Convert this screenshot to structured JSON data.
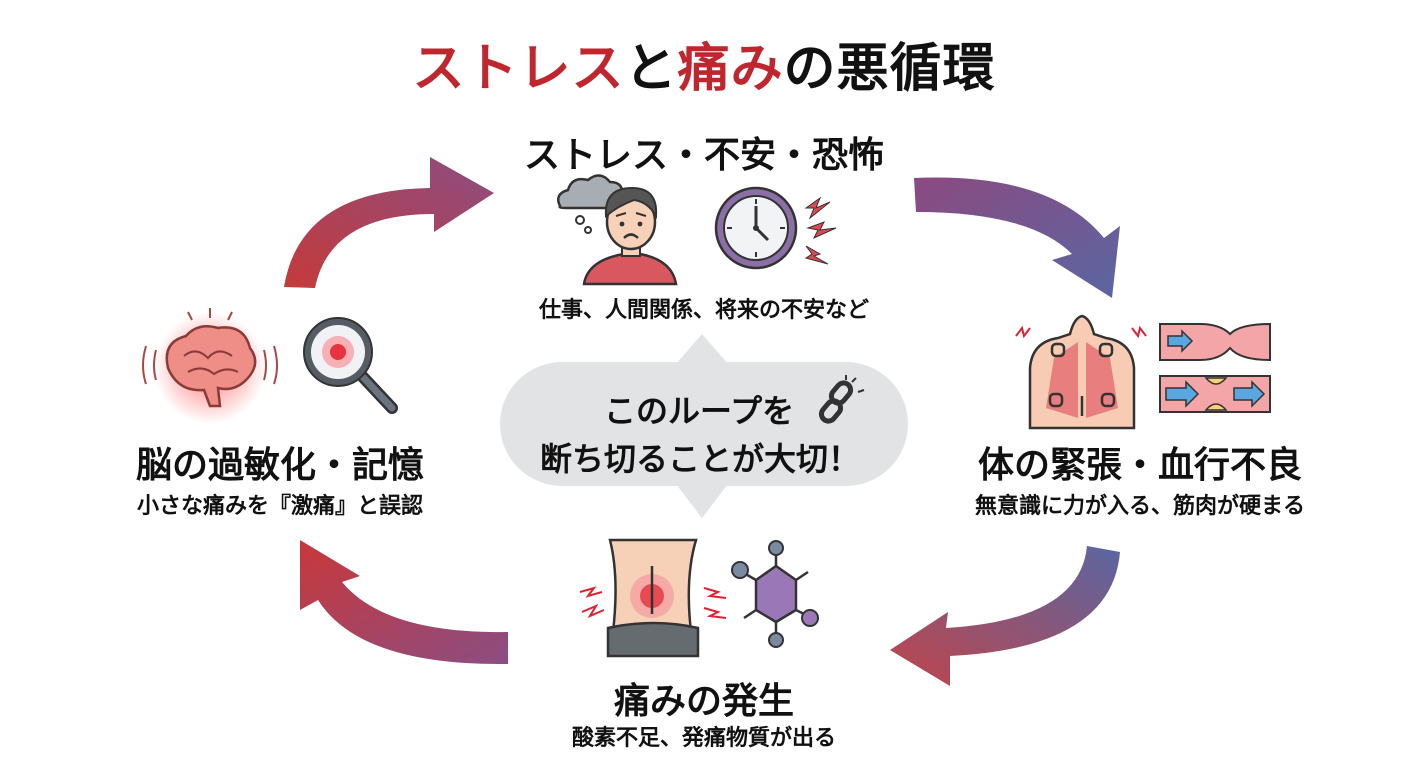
{
  "title": {
    "part1": "ストレス",
    "part2": "と",
    "part3": "痛み",
    "part4": "の悪循環"
  },
  "colors": {
    "accent_red": "#c0262d",
    "arrow_red": "#c13a3c",
    "arrow_purple": "#8a4a80",
    "arrow_blue": "#5a64a0",
    "bubble_gray": "#e2e3e5"
  },
  "nodes": {
    "stress": {
      "heading": "ストレス・不安・恐怖",
      "caption": "仕事、人間関係、将来の不安など",
      "icons": [
        "worried-person-icon",
        "clock-alarm-icon"
      ]
    },
    "tension": {
      "heading": "体の緊張・血行不良",
      "caption": "無意識に力が入る、筋肉が硬まる",
      "icons": [
        "tense-back-muscles-icon",
        "narrowed-blood-vessel-icon"
      ]
    },
    "pain": {
      "heading": "痛みの発生",
      "caption": "酸素不足、発痛物質が出る",
      "icons": [
        "lower-back-pain-icon",
        "pain-chemical-molecule-icon"
      ]
    },
    "brain": {
      "heading": "脳の過敏化・記憶",
      "caption": "小さな痛みを『激痛』と誤認",
      "icons": [
        "sensitized-brain-icon",
        "magnifier-icon"
      ]
    }
  },
  "center": {
    "line1": "このループを",
    "line2": "断ち切ることが大切！",
    "icon": "broken-chain-icon"
  }
}
